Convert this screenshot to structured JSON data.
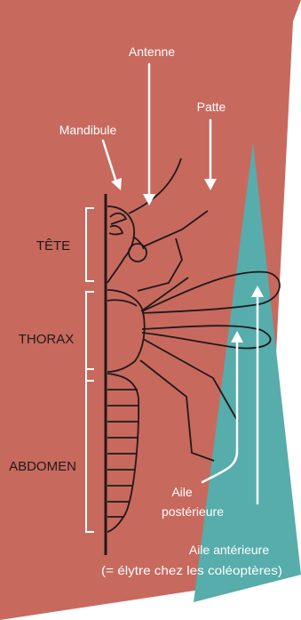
{
  "colors": {
    "background_panel": "#c8695e",
    "accent_teal": "#56adab",
    "outline": "#1f1a19",
    "label_light": "#ffffff",
    "label_dark": "#1f1a19"
  },
  "labels": {
    "antenne": "Antenne",
    "patte": "Patte",
    "mandibule": "Mandibule",
    "tete": "TÊTE",
    "thorax": "THORAX",
    "abdomen": "ABDOMEN",
    "aile_posterieure_line1": "Aile",
    "aile_posterieure_line2": "postérieure",
    "aile_anterieure_line1": "Aile antérieure",
    "aile_anterieure_line2": "(= élytre chez les coléoptères)"
  }
}
